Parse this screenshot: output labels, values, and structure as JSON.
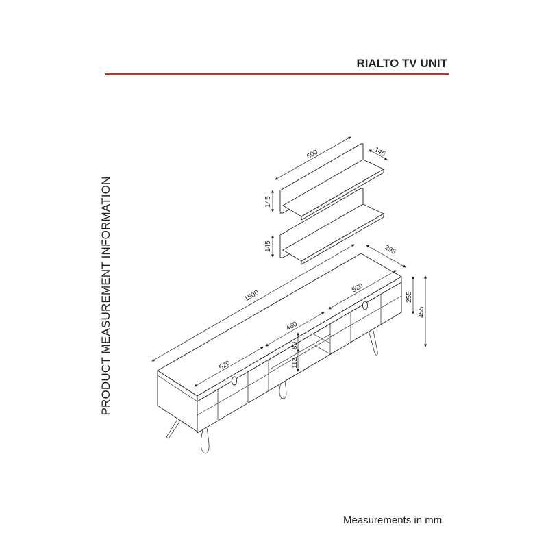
{
  "header": {
    "title": "RIALTO TV UNIT",
    "accent_color": "#e2231a"
  },
  "side_label": "PRODUCT MEASUREMENT INFORMATION",
  "footer": "Measurements in mm",
  "dimensions": {
    "shelf_width": "600",
    "shelf_depth": "145",
    "shelf_height_top": "145",
    "shelf_height_bottom": "145",
    "unit_width": "1500",
    "unit_depth": "295",
    "left_block": "520",
    "middle_open": "460",
    "right_block": "520",
    "upper_gap": "89",
    "lower_gap": "112",
    "body_height": "255",
    "total_height": "455"
  }
}
